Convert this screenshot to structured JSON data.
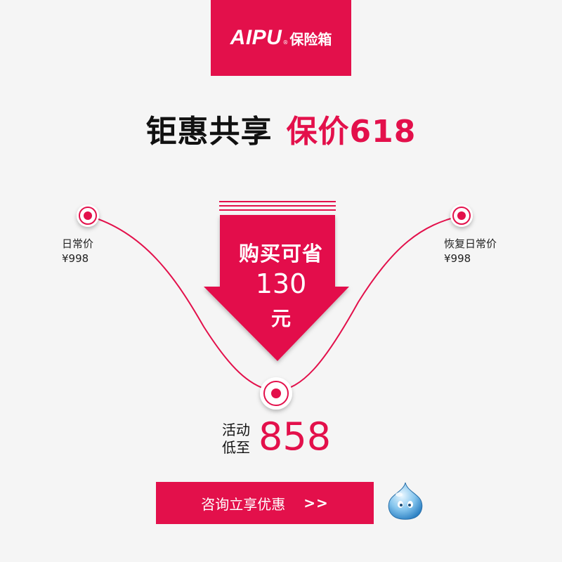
{
  "logo": {
    "brand": "AIPU",
    "registered": "®",
    "product": "保险箱"
  },
  "headline": {
    "dark": "钜惠共享",
    "accent": "保价618"
  },
  "arrow": {
    "line1": "购买可省",
    "amount": "130",
    "unit": "元"
  },
  "left_point": {
    "label": "日常价",
    "price": "¥998"
  },
  "right_point": {
    "label": "恢复日常价",
    "price": "¥998"
  },
  "promo": {
    "label_top": "活动",
    "label_bottom": "低至",
    "price": "858"
  },
  "cta": {
    "label": "咨询立享优惠",
    "arrows": ">>"
  },
  "colors": {
    "accent": "#e3104b",
    "background": "#f5f5f5",
    "text": "#111111"
  },
  "icons": {
    "mascot": "water-drop-mascot-icon"
  }
}
